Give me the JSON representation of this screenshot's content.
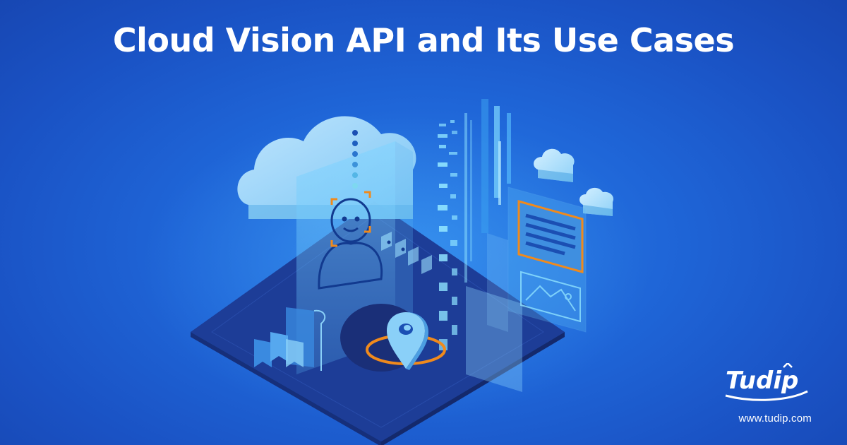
{
  "header": {
    "title": "Cloud Vision API and Its Use Cases"
  },
  "brand": {
    "logo_text": "Tudip",
    "url": "www.tudip.com"
  },
  "illustration": {
    "icons": [
      "cloud-icon",
      "face-recognition-icon",
      "location-pin-icon",
      "image-icon",
      "document-icon",
      "data-bars-icon"
    ]
  },
  "colors": {
    "background": "#1f66d8",
    "accent_orange": "#f08a1c",
    "light_blue": "#8fd0ff",
    "dark_platform": "#1f3a8f"
  }
}
